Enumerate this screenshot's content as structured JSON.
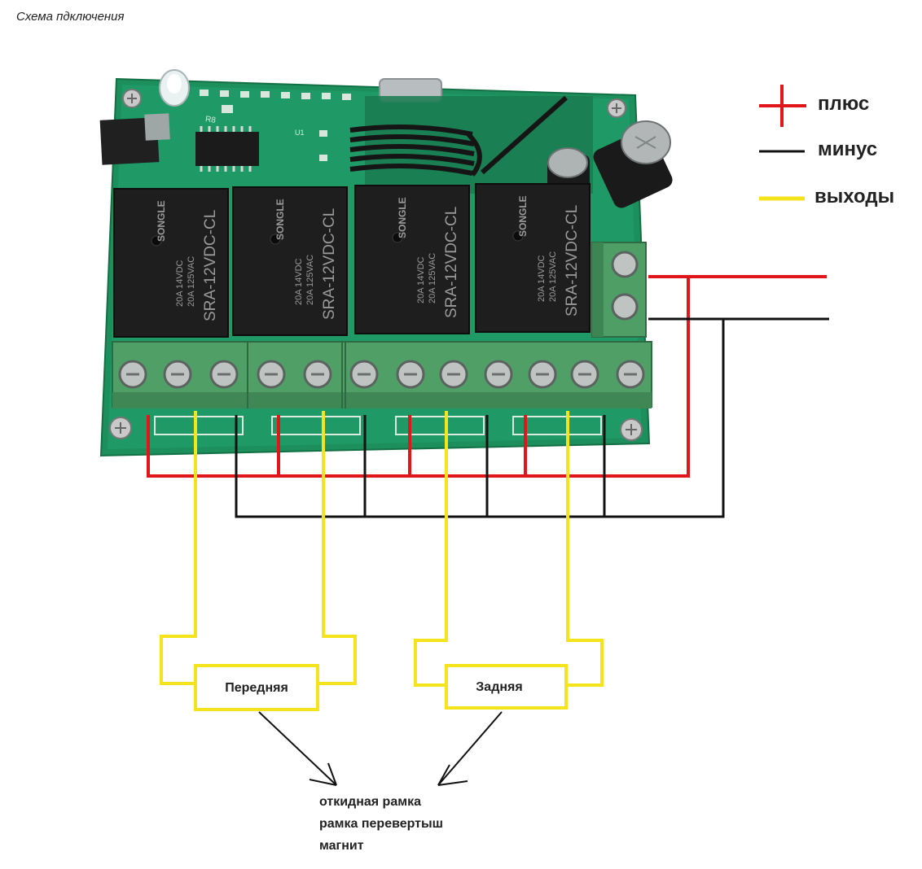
{
  "title": "Схема пдключения",
  "legend": {
    "plus": {
      "label": "плюс",
      "color": "#e0161b"
    },
    "minus": {
      "label": "минус",
      "color": "#111111"
    },
    "outputs": {
      "label": "выходы",
      "color": "#f5e31c"
    }
  },
  "board": {
    "relays": [
      {
        "brand": "SONGLE",
        "model": "SRA-12VDC-CL",
        "rating_dc": "20A 14VDC",
        "rating_ac": "20A 125VAC"
      },
      {
        "brand": "SONGLE",
        "model": "SRA-12VDC-CL",
        "rating_dc": "20A 14VDC",
        "rating_ac": "20A 125VAC"
      },
      {
        "brand": "SONGLE",
        "model": "SRA-12VDC-CL",
        "rating_dc": "20A 14VDC",
        "rating_ac": "20A 125VAC"
      },
      {
        "brand": "SONGLE",
        "model": "SRA-12VDC-CL",
        "rating_dc": "20A 14VDC",
        "rating_ac": "20A 125VAC"
      }
    ],
    "silkscreen": {
      "r8": "R8",
      "u1": "U1"
    }
  },
  "outputs": {
    "front": "Передняя",
    "rear": "Задняя"
  },
  "notes": [
    "откидная рамка",
    "рамка перевертыш",
    "магнит"
  ]
}
